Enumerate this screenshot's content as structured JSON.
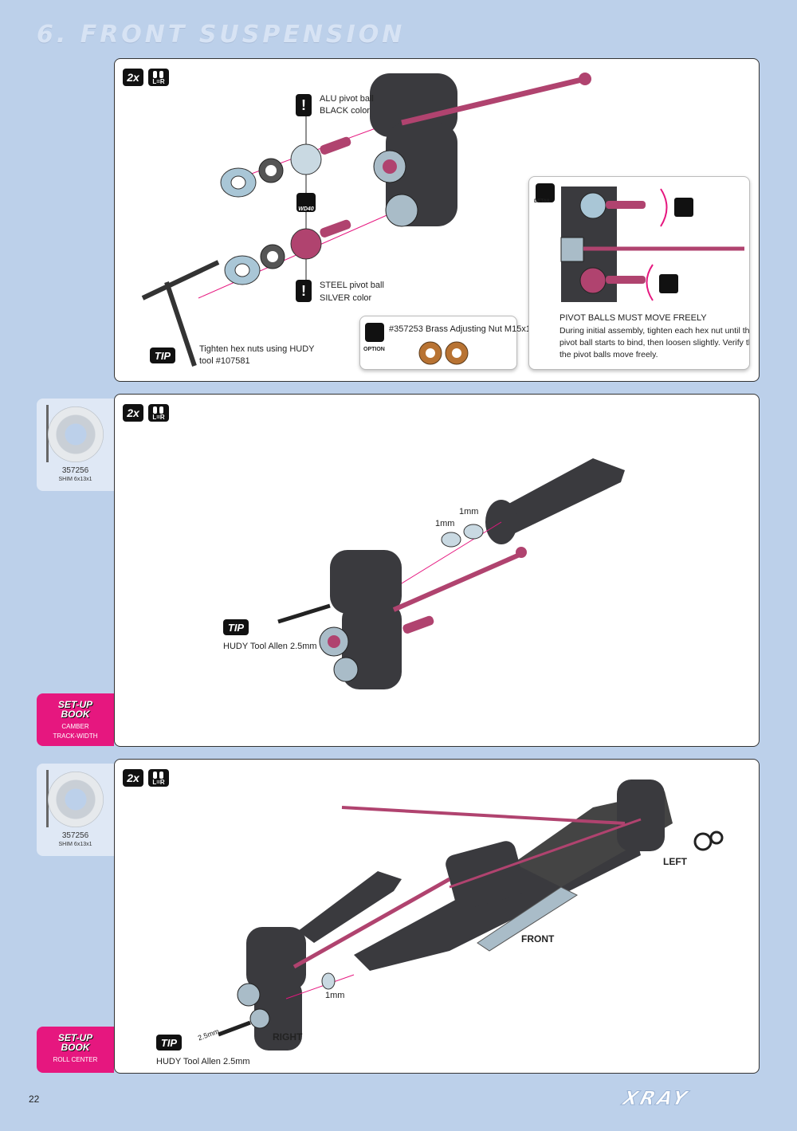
{
  "header": {
    "title": "6. FRONT SUSPENSION"
  },
  "common": {
    "qty": "2x",
    "lr": "L=R",
    "tip": "TIP"
  },
  "step1": {
    "alu_line1": "ALU pivot ball",
    "alu_line2": "BLACK color",
    "steel_line1": "STEEL pivot ball",
    "steel_line2": "SILVER color",
    "wd_label": "WD40",
    "tip_line1": "Tighten hex nuts using HUDY",
    "tip_line2": "tool #107581",
    "option_label": "OPTION",
    "option_text": "#357253 Brass Adjusting Nut M15x1",
    "detail_label": "DETAIL",
    "pivot_heading": "PIVOT BALLS MUST MOVE FREELY",
    "pivot_line1": "During initial assembly, tighten each hex nut until the",
    "pivot_line2": "pivot ball starts to bind, then loosen slightly.  Verify that",
    "pivot_line3": "the pivot balls move freely."
  },
  "step2": {
    "shim_number": "357256",
    "shim_desc": "SHIM 6x13x1",
    "spacer1": "1mm",
    "spacer2": "1mm",
    "tip_text": "HUDY Tool Allen 2.5mm",
    "setup_title1": "SET-UP",
    "setup_title2": "BOOK",
    "setup_sub1": "CAMBER",
    "setup_sub2": "TRACK-WIDTH"
  },
  "step3": {
    "shim_number": "357256",
    "shim_desc": "SHIM 6x13x1",
    "left_label": "LEFT",
    "front_label": "FRONT",
    "right_label": "RIGHT",
    "spacer": "1mm",
    "tool_mark": "2.5mm",
    "tip_text": "HUDY Tool Allen 2.5mm",
    "setup_title1": "SET-UP",
    "setup_title2": "BOOK",
    "setup_sub1": "ROLL CENTER"
  },
  "footer": {
    "page_number": "22",
    "brand": "XRAY"
  },
  "colors": {
    "accent": "#e6177f",
    "page_bg": "#bcd0ea",
    "part_dark": "#3a3a3e",
    "part_pink": "#b0436f",
    "part_silver": "#a9bcc8"
  }
}
